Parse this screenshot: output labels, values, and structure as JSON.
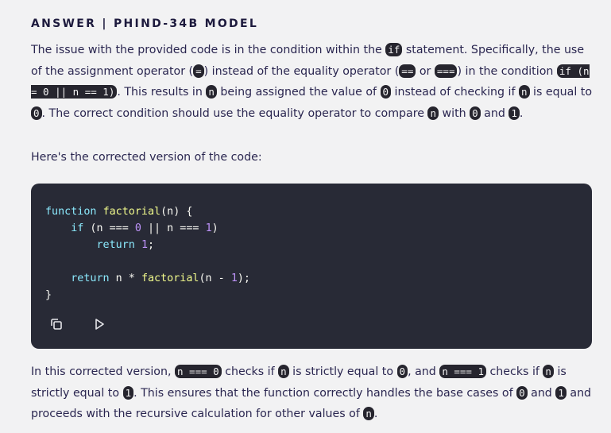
{
  "answer": {
    "heading": "ANSWER | PHIND-34B MODEL",
    "intro": {
      "segments": [
        {
          "t": "The issue with the provided code is in the condition within the "
        },
        {
          "c": "if"
        },
        {
          "t": " statement. Specifically, the use of the assignment operator ("
        },
        {
          "c": "="
        },
        {
          "t": ") instead of the equality operator ("
        },
        {
          "c": "=="
        },
        {
          "t": " or "
        },
        {
          "c": "==="
        },
        {
          "t": ") in the condition "
        },
        {
          "c": "if (n = 0 || n == 1)"
        },
        {
          "t": ". This results in "
        },
        {
          "c": "n"
        },
        {
          "t": " being assigned the value of "
        },
        {
          "c": "0"
        },
        {
          "t": " instead of checking if "
        },
        {
          "c": "n"
        },
        {
          "t": " is equal to "
        },
        {
          "c": "0"
        },
        {
          "t": ". The correct condition should use the equality operator to compare "
        },
        {
          "c": "n"
        },
        {
          "t": " with "
        },
        {
          "c": "0"
        },
        {
          "t": " and "
        },
        {
          "c": "1"
        },
        {
          "t": "."
        }
      ]
    },
    "lead_in": "Here's the corrected version of the code:",
    "code_block": {
      "language": "javascript",
      "lines": [
        "function factorial(n) {",
        "    if (n === 0 || n === 1)",
        "        return 1;",
        "",
        "    return n * factorial(n - 1);",
        "}"
      ],
      "actions": [
        {
          "name": "copy-code-button",
          "icon": "copy-icon"
        },
        {
          "name": "run-code-button",
          "icon": "play-icon"
        }
      ]
    },
    "explanation": {
      "segments": [
        {
          "t": "In this corrected version, "
        },
        {
          "c": "n === 0"
        },
        {
          "t": " checks if "
        },
        {
          "c": "n"
        },
        {
          "t": " is strictly equal to "
        },
        {
          "c": "0"
        },
        {
          "t": ", and "
        },
        {
          "c": "n === 1"
        },
        {
          "t": " checks if "
        },
        {
          "c": "n"
        },
        {
          "t": " is strictly equal to "
        },
        {
          "c": "1"
        },
        {
          "t": ". This ensures that the function correctly handles the base cases of "
        },
        {
          "c": "0"
        },
        {
          "t": " and "
        },
        {
          "c": "1"
        },
        {
          "t": " and proceeds with the recursive calculation for other values of "
        },
        {
          "c": "n"
        },
        {
          "t": "."
        }
      ]
    }
  },
  "colors": {
    "background": "#f2f2f3",
    "text": "#2a2650",
    "code_bg": "#282a36",
    "keyword": "#8be9fd",
    "function": "#f1fa8c",
    "number": "#bd93f9"
  }
}
